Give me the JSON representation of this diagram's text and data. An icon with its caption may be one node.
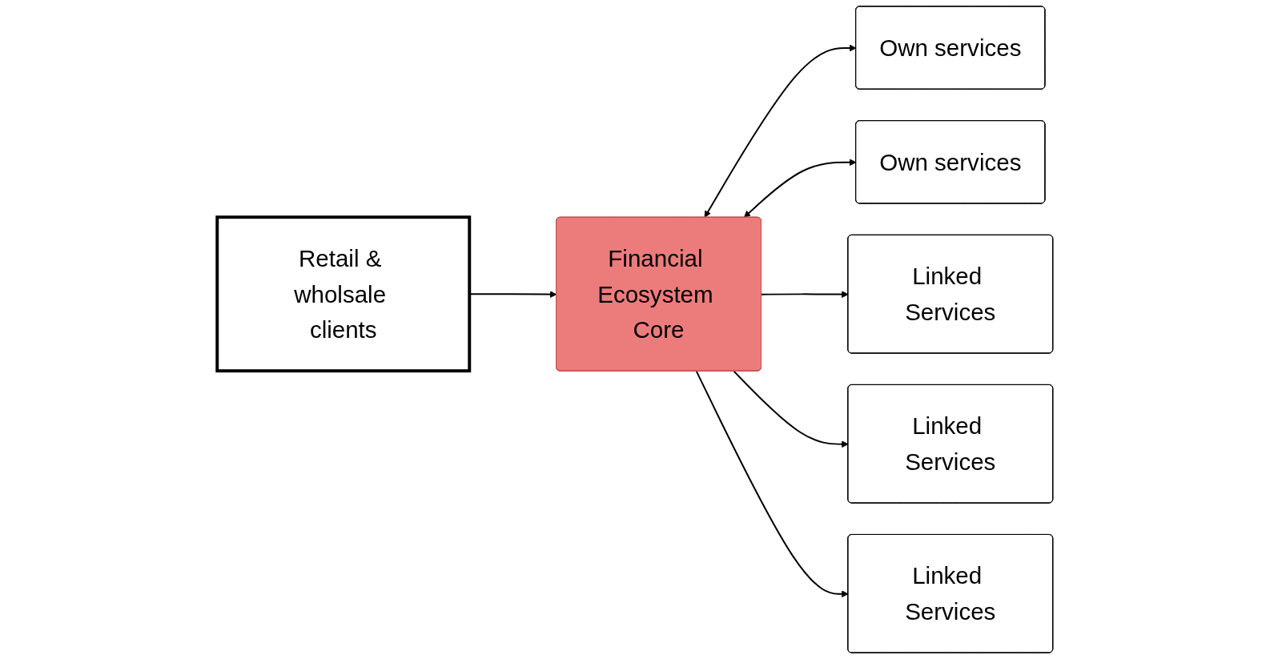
{
  "diagram": {
    "nodes": [
      {
        "text": [
          "Retail & wholsale clients"
        ]
      },
      {
        "text": [
          "Own services"
        ]
      },
      {
        "text": [
          "Financial Ecosystem Core"
        ]
      },
      {
        "text": [
          "Own services"
        ]
      },
      {
        "text": [
          "Linked Services"
        ]
      },
      {
        "text": [
          "Linked Services"
        ]
      },
      {
        "text": [
          "Linked Services"
        ]
      }
    ],
    "edges": [
      {
        "from": 0,
        "to": 2,
        "arrow": "to"
      },
      {
        "from": 2,
        "to": 1,
        "arrow": "both"
      },
      {
        "from": 2,
        "to": 3,
        "arrow": "both"
      },
      {
        "from": 2,
        "to": 4,
        "arrow": "to"
      },
      {
        "from": 2,
        "to": 5,
        "arrow": "to"
      },
      {
        "from": 2,
        "to": 6,
        "arrow": "to"
      }
    ]
  }
}
